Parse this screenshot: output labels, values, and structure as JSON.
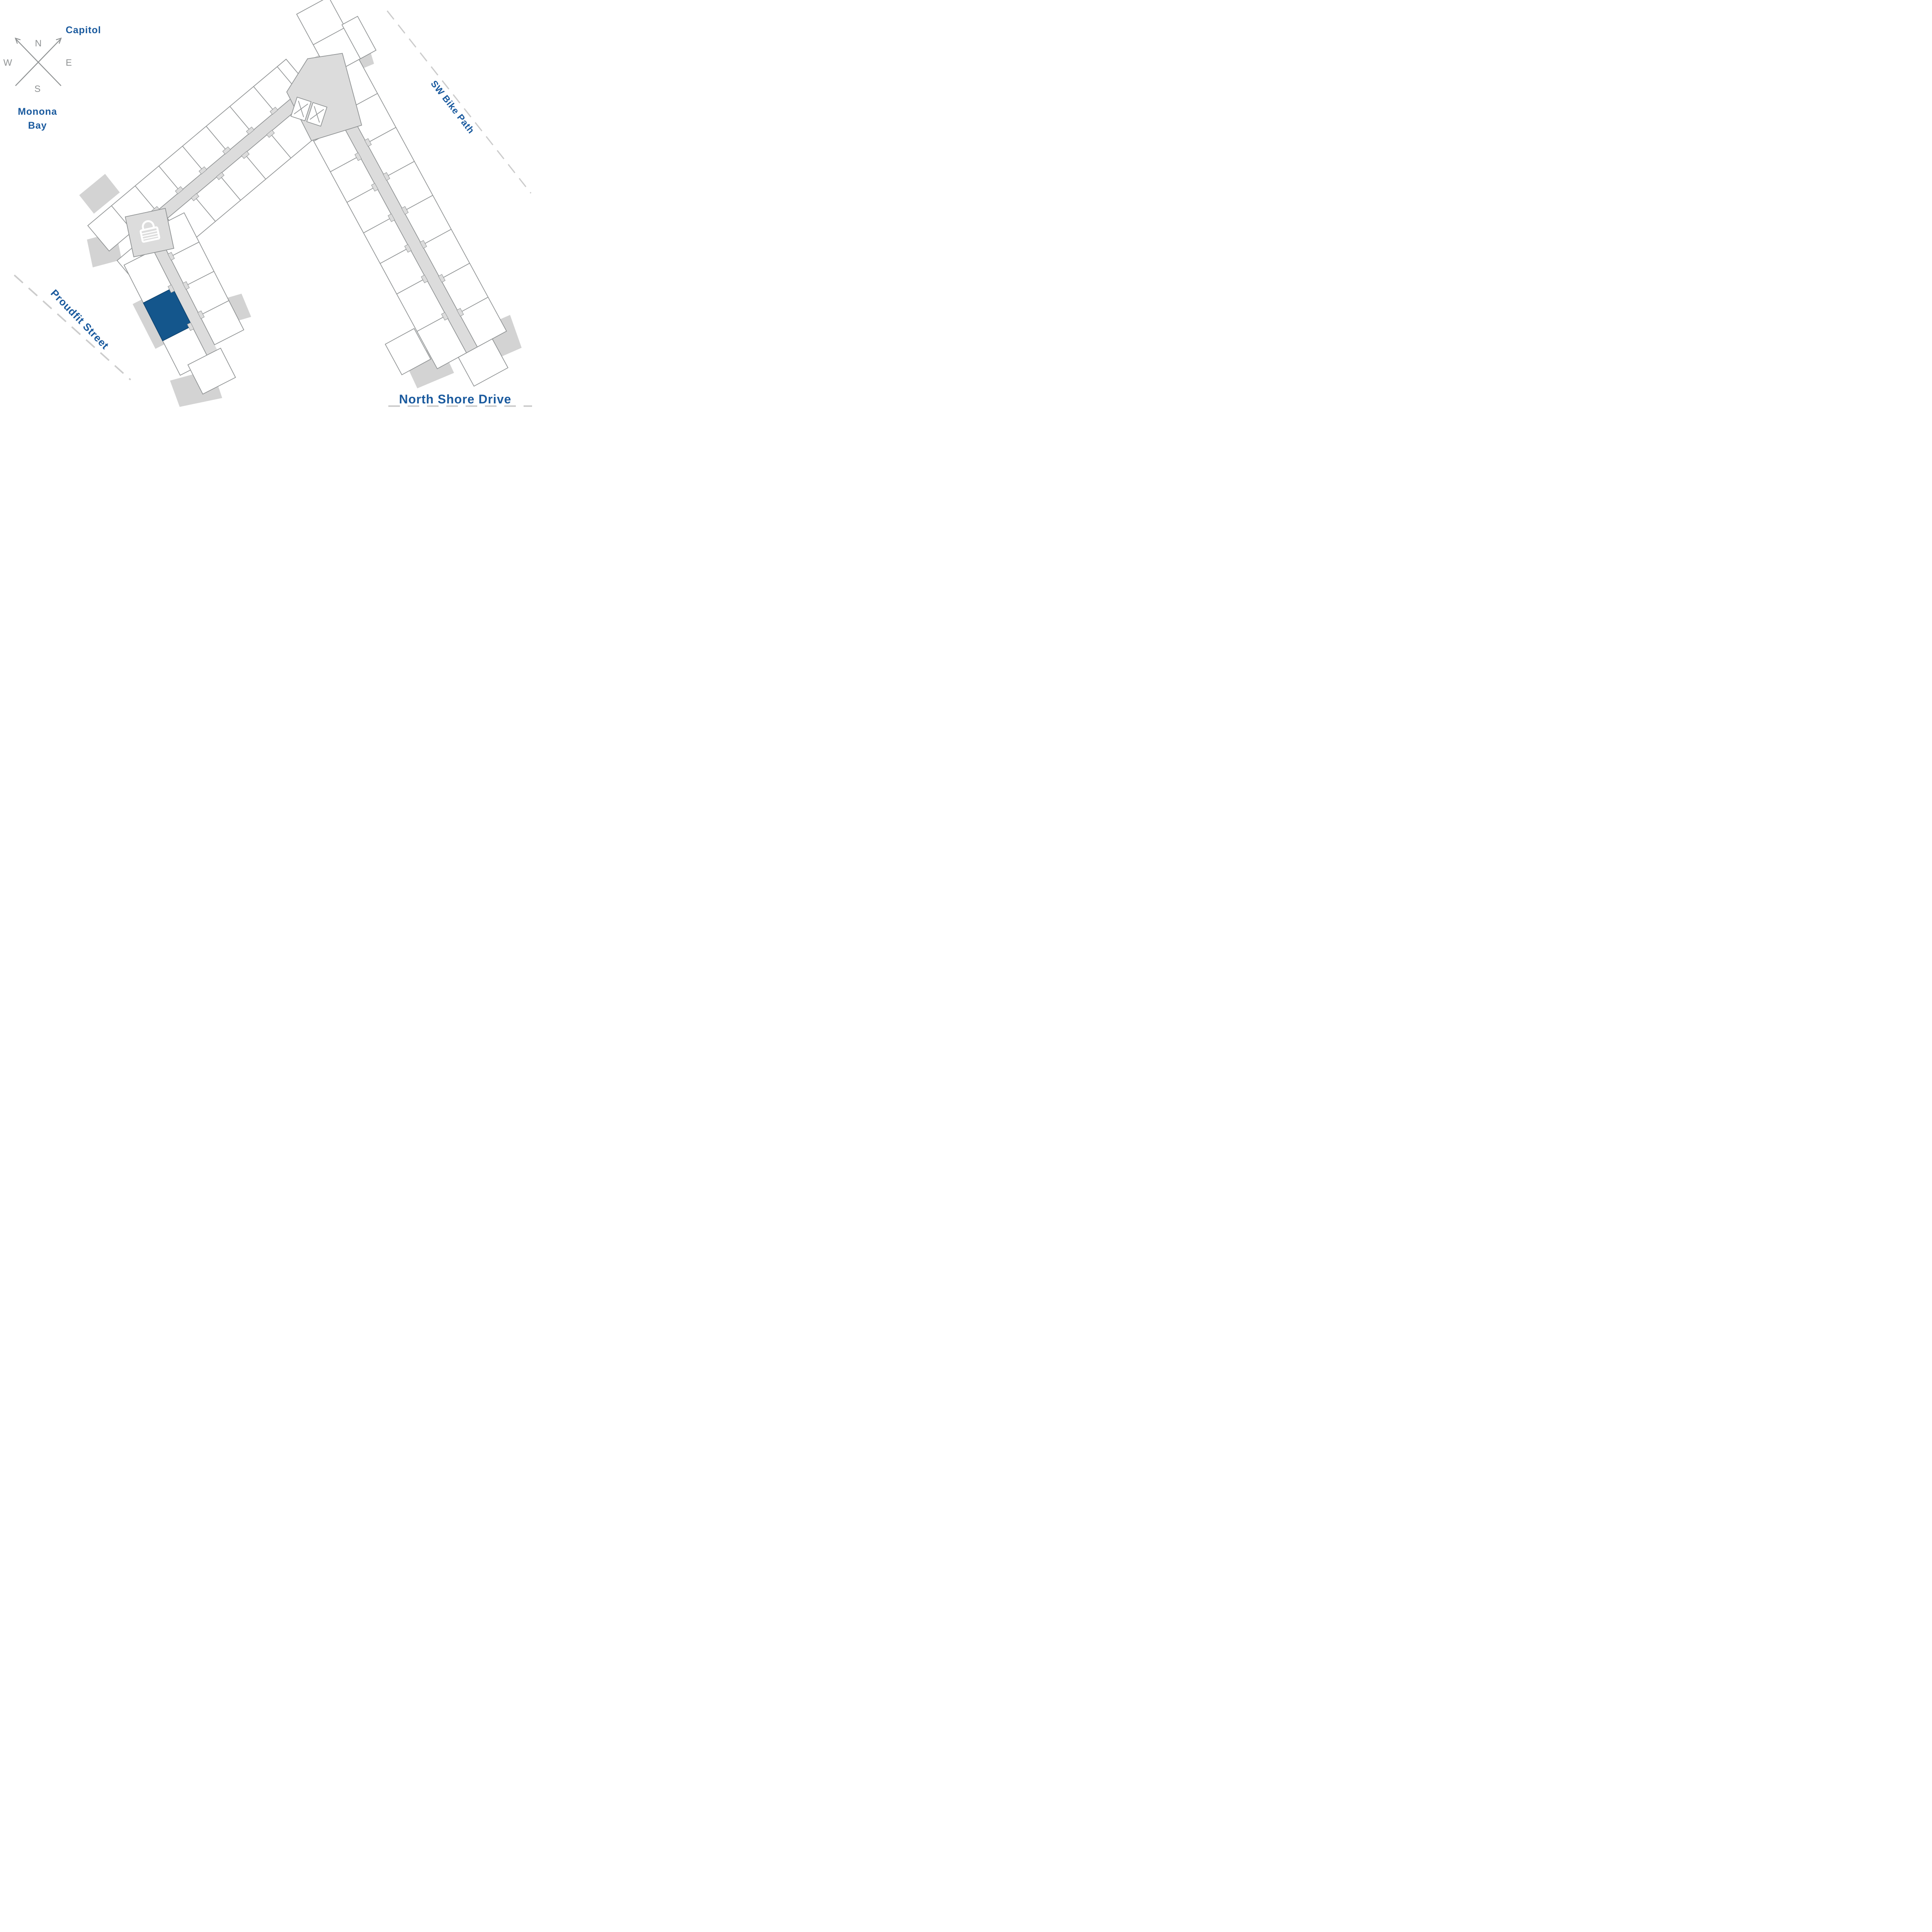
{
  "colors": {
    "blue": "#1a5a9e",
    "unit-blue": "#14568c",
    "wall": "#909394",
    "corridor": "#dcdcdc",
    "shadow": "#d3d3d3",
    "dash": "#cccccc"
  },
  "compass": {
    "north": "N",
    "east": "E",
    "south": "S",
    "west": "W"
  },
  "labels": {
    "capitol": "Capitol",
    "monona_bay": [
      "Monona",
      "Bay"
    ],
    "sw_bike_path": "SW Bike Path",
    "proudfit_street": "Proudfit Street",
    "north_shore_drive": "North Shore Drive"
  },
  "icons": {
    "lock": "lock-icon",
    "elevator": "elevator-x-icon",
    "compass_arrows": "north-arrows"
  }
}
